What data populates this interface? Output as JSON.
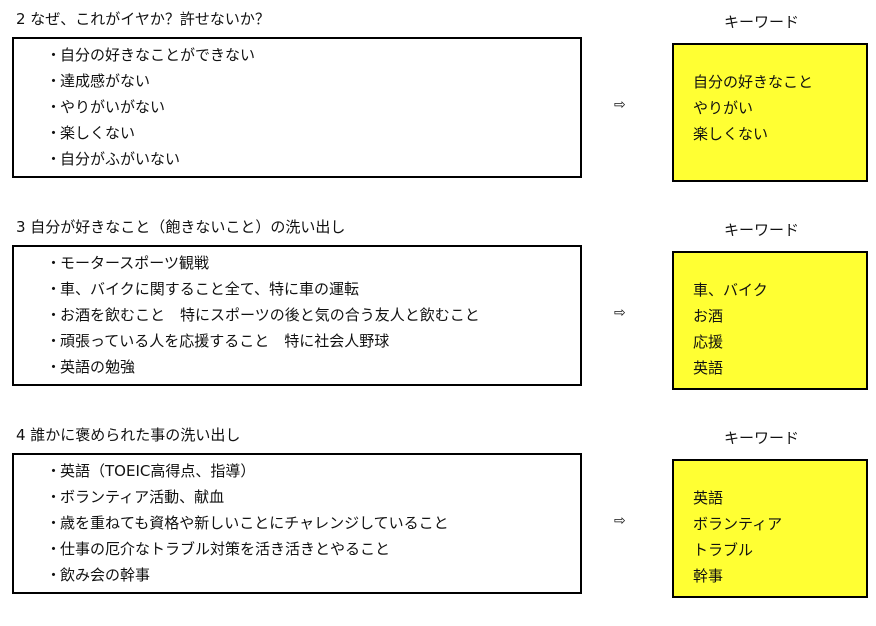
{
  "colors": {
    "keyword_box_bg": "#ffff33",
    "border": "#000000"
  },
  "arrow_icon": "⇨",
  "sections": [
    {
      "title": "2 なぜ、これがイヤか？許せないか？",
      "keyword_label": "キーワード",
      "items": [
        "自分の好きなことができない",
        "達成感がない",
        "やりがいがない",
        "楽しくない",
        "自分がふがいない"
      ],
      "keywords": [
        "自分の好きなこと",
        "やりがい",
        "楽しくない"
      ]
    },
    {
      "title": "3 自分が好きなこと（飽きないこと）の洗い出し",
      "keyword_label": "キーワード",
      "items": [
        "モータースポーツ観戦",
        "車、バイクに関すること全て、特に車の運転",
        "お酒を飲むこと　特にスポーツの後と気の合う友人と飲むこと",
        "頑張っている人を応援すること　特に社会人野球",
        "英語の勉強"
      ],
      "keywords": [
        "車、バイク",
        "お酒",
        "応援",
        "英語"
      ]
    },
    {
      "title": "4 誰かに褒められた事の洗い出し",
      "keyword_label": "キーワード",
      "items": [
        "英語（TOEIC高得点、指導）",
        "ボランティア活動、献血",
        "歳を重ねても資格や新しいことにチャレンジしていること",
        "仕事の厄介なトラブル対策を活き活きとやること",
        "飲み会の幹事"
      ],
      "keywords": [
        "英語",
        "ボランティア",
        "トラブル",
        "幹事"
      ]
    }
  ]
}
